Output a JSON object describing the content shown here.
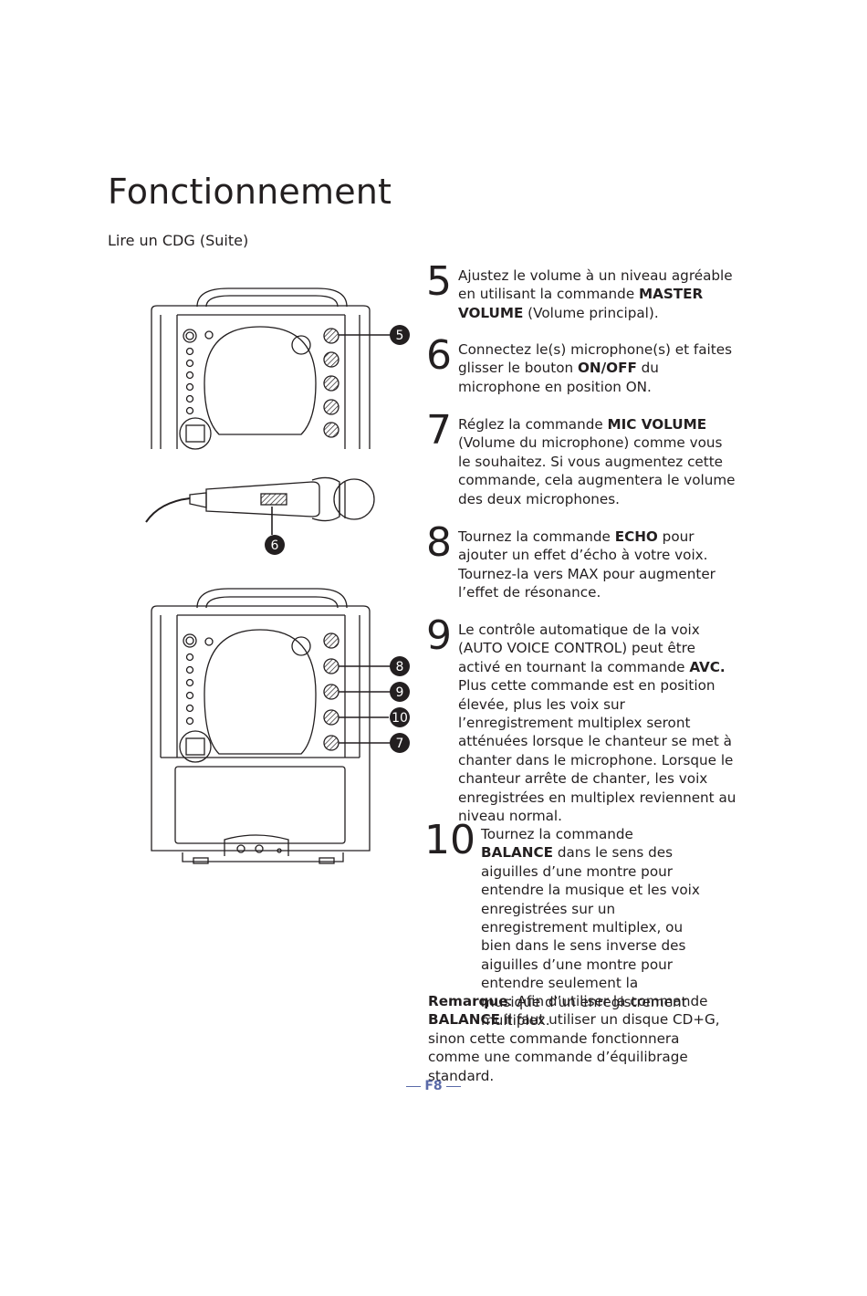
{
  "page": {
    "title": "Fonctionnement",
    "subtitle": "Lire un CDG (Suite)",
    "footer": "F8"
  },
  "callouts": {
    "c5": "5",
    "c6": "6",
    "c8": "8",
    "c9": "9",
    "c10": "10",
    "c7": "7"
  },
  "steps": [
    {
      "number": "5",
      "t1": "Ajustez le volume à un niveau agréable en utilisant la commande ",
      "b1": "MASTER VOLUME",
      "t2": " (Volume principal)."
    },
    {
      "number": "6",
      "t1": "Connectez le(s) microphone(s) et faites glisser le bouton ",
      "b1": "ON/OFF",
      "t2": " du microphone en position ON."
    },
    {
      "number": "7",
      "t1": "Réglez la commande ",
      "b1": "MIC VOLUME",
      "t2": " (Volume du microphone) comme vous le souhaitez. Si vous augmentez cette commande, cela augmentera le volume des deux microphones."
    },
    {
      "number": "8",
      "t1": "Tournez la commande ",
      "b1": "ECHO",
      "t2": " pour ajouter un effet d’écho à votre voix. Tournez-la vers MAX pour augmenter l’effet de résonance."
    },
    {
      "number": "9",
      "t1": "Le contrôle automatique de la voix (AUTO VOICE CONTROL) peut être activé en tournant la commande ",
      "b1": "AVC.",
      "t2": " Plus cette commande est en position élevée, plus les voix sur l’enregistrement multiplex seront atténuées lorsque le chanteur se met à chanter dans le microphone. Lorsque le chanteur arrête de chanter, les voix enregistrées en multiplex reviennent au niveau normal."
    },
    {
      "number": "10",
      "t1": "Tournez la commande ",
      "b1": "BALANCE",
      "t2": " dans le sens des aiguilles d’une montre pour entendre la musique et les voix enregistrées sur un enregistrement multiplex, ou bien dans le sens inverse des aiguilles d’une montre pour entendre seulement la musique d’un enregistrement multiplex."
    }
  ],
  "note": {
    "label": "Remarque",
    "t1": ": Afin d’utiliser la commande ",
    "b1": "BALANCE",
    "t2": " il faut utiliser un disque CD+G, sinon cette commande fonctionnera comme une commande d’équilibrage standard."
  }
}
